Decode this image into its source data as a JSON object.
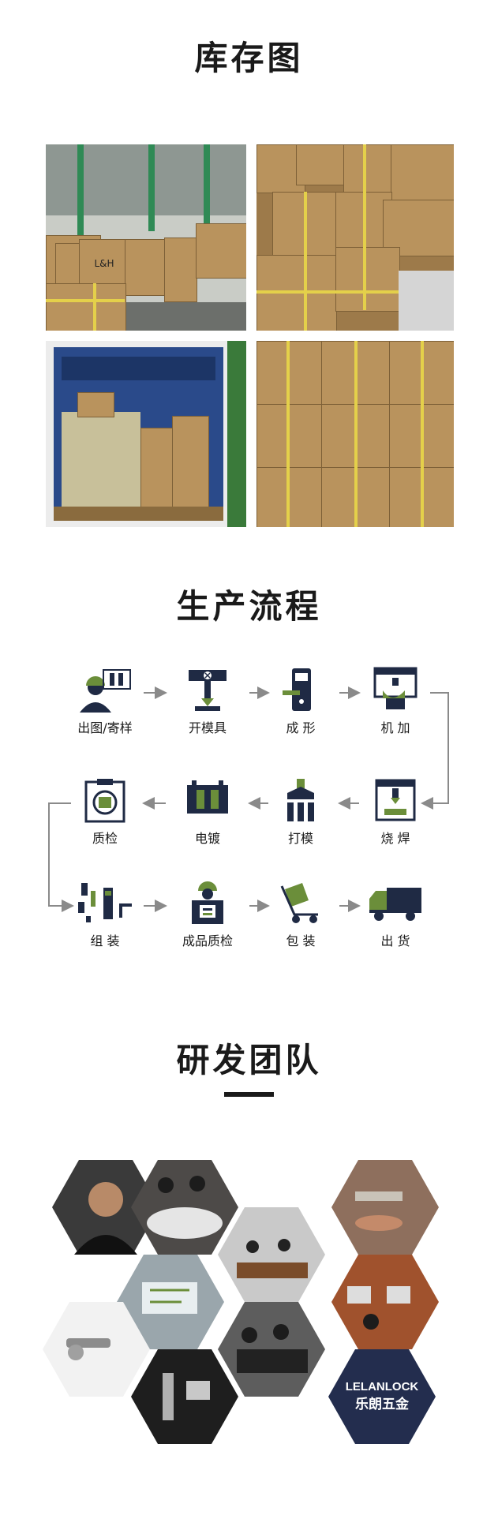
{
  "sections": {
    "inventory": {
      "title": "库存图"
    },
    "process": {
      "title": "生产流程",
      "steps": [
        {
          "label": "出图/寄样",
          "icon": "designer-icon"
        },
        {
          "label": "开模具",
          "icon": "drill-press-icon"
        },
        {
          "label": "成 形",
          "icon": "lock-form-icon"
        },
        {
          "label": "机 加",
          "icon": "machining-icon"
        },
        {
          "label": "质检",
          "icon": "inspection-icon"
        },
        {
          "label": "电镀",
          "icon": "plating-icon"
        },
        {
          "label": "打模",
          "icon": "mold-icon"
        },
        {
          "label": "烧 焊",
          "icon": "welding-icon"
        },
        {
          "label": "组 装",
          "icon": "assembly-icon"
        },
        {
          "label": "成品质检",
          "icon": "final-inspection-icon"
        },
        {
          "label": "包 装",
          "icon": "packing-cart-icon"
        },
        {
          "label": "出 货",
          "icon": "truck-icon"
        }
      ]
    },
    "team": {
      "title": "研发团队",
      "brand_top": "LELANLOCK",
      "brand_bottom": "乐朗五金"
    }
  },
  "photo_labels": {
    "box_brand": "L&H"
  },
  "colors": {
    "accent_green": "#6b8e3a",
    "icon_navy": "#1f2a44",
    "cardboard": "#b9935d",
    "tape": "#e4d04a"
  }
}
